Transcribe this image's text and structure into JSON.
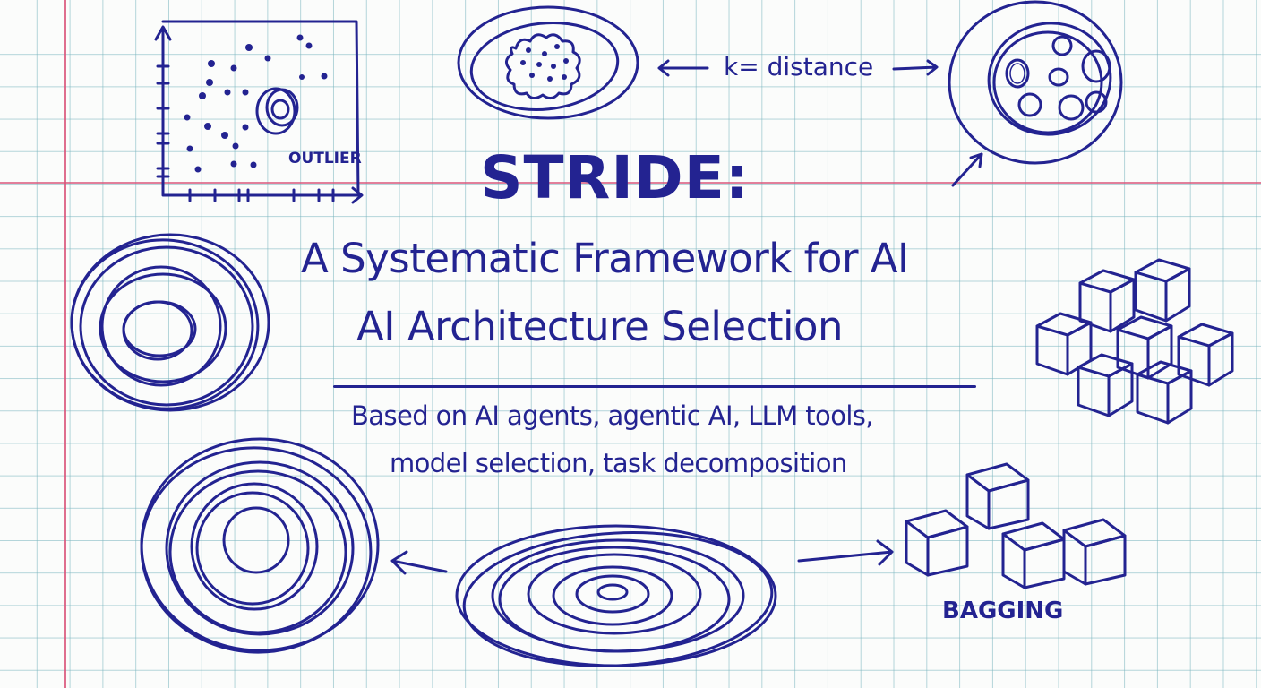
{
  "title": {
    "main": "STRIDE:",
    "line1": "A Systematic Framework for AI",
    "line2": "AI Architecture Selection"
  },
  "subtitle": {
    "line1": "Based on AI agents, agentic AI, LLM tools,",
    "line2": "model selection, task decomposition"
  },
  "annotations": {
    "outlier": "OUTLIER",
    "k_distance": "k= distance",
    "bagging": "BAGGING"
  },
  "colors": {
    "ink": "#232391",
    "grid": "#78b4be",
    "margin": "#d9557a",
    "paper": "#fbfcfb"
  },
  "icons": [
    "scatter-plot-icon",
    "cluster-blob-icon",
    "arrow-left-icon",
    "arrow-right-icon",
    "nested-clusters-icon",
    "concentric-circles-icon",
    "cubes-ensemble-icon",
    "bagging-cubes-icon",
    "spiral-ellipse-icon"
  ]
}
